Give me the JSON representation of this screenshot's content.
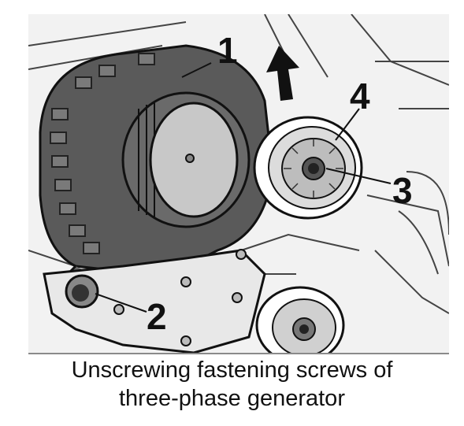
{
  "figure": {
    "callouts": {
      "generator": "1",
      "lower_screw": "2",
      "pulley_screw": "3",
      "tensioner_pulley": "4"
    }
  },
  "caption": {
    "line1": "Unscrewing fastening screws of",
    "line2": "three-phase generator"
  },
  "colors": {
    "drawing_bg": "#f2f2f2",
    "housing_dark": "#5a5a5a",
    "pulley_light": "#c8c8c8",
    "line": "#111111"
  }
}
